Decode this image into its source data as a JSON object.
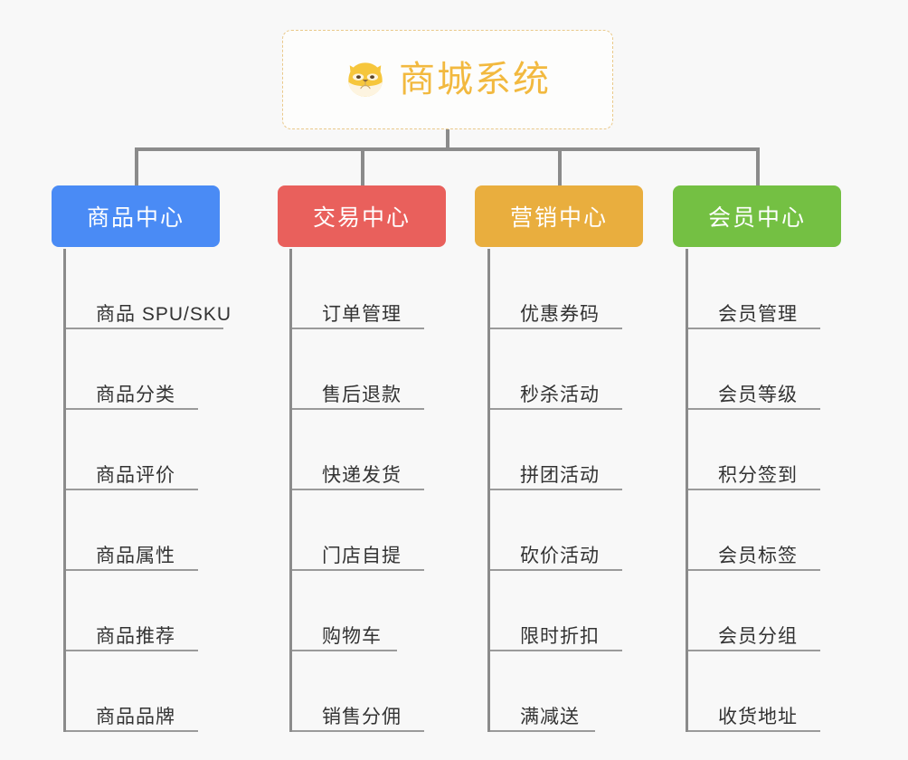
{
  "diagram": {
    "type": "mind-map",
    "background_color": "#f8f8f8",
    "root": {
      "title": "商城系统",
      "icon": "shiba-dog-icon",
      "text_color": "#f2b93f",
      "border_color": "#eac98a",
      "background_color": "#fdfdfc"
    },
    "branches": [
      {
        "id": "product",
        "label": "商品中心",
        "color": "#4a8bf5",
        "items": [
          "商品 SPU/SKU",
          "商品分类",
          "商品评价",
          "商品属性",
          "商品推荐",
          "商品品牌"
        ]
      },
      {
        "id": "trade",
        "label": "交易中心",
        "color": "#e9605c",
        "items": [
          "订单管理",
          "售后退款",
          "快递发货",
          "门店自提",
          "购物车",
          "销售分佣"
        ]
      },
      {
        "id": "marketing",
        "label": "营销中心",
        "color": "#e9ae3e",
        "items": [
          "优惠券码",
          "秒杀活动",
          "拼团活动",
          "砍价活动",
          "限时折扣",
          "满减送"
        ]
      },
      {
        "id": "member",
        "label": "会员中心",
        "color": "#74c043",
        "items": [
          "会员管理",
          "会员等级",
          "积分签到",
          "会员标签",
          "会员分组",
          "收货地址"
        ]
      }
    ],
    "connector_color": "#8b8b8b",
    "leaf_text_color": "#333333",
    "leaf_rule_color": "#9a9a9a"
  }
}
